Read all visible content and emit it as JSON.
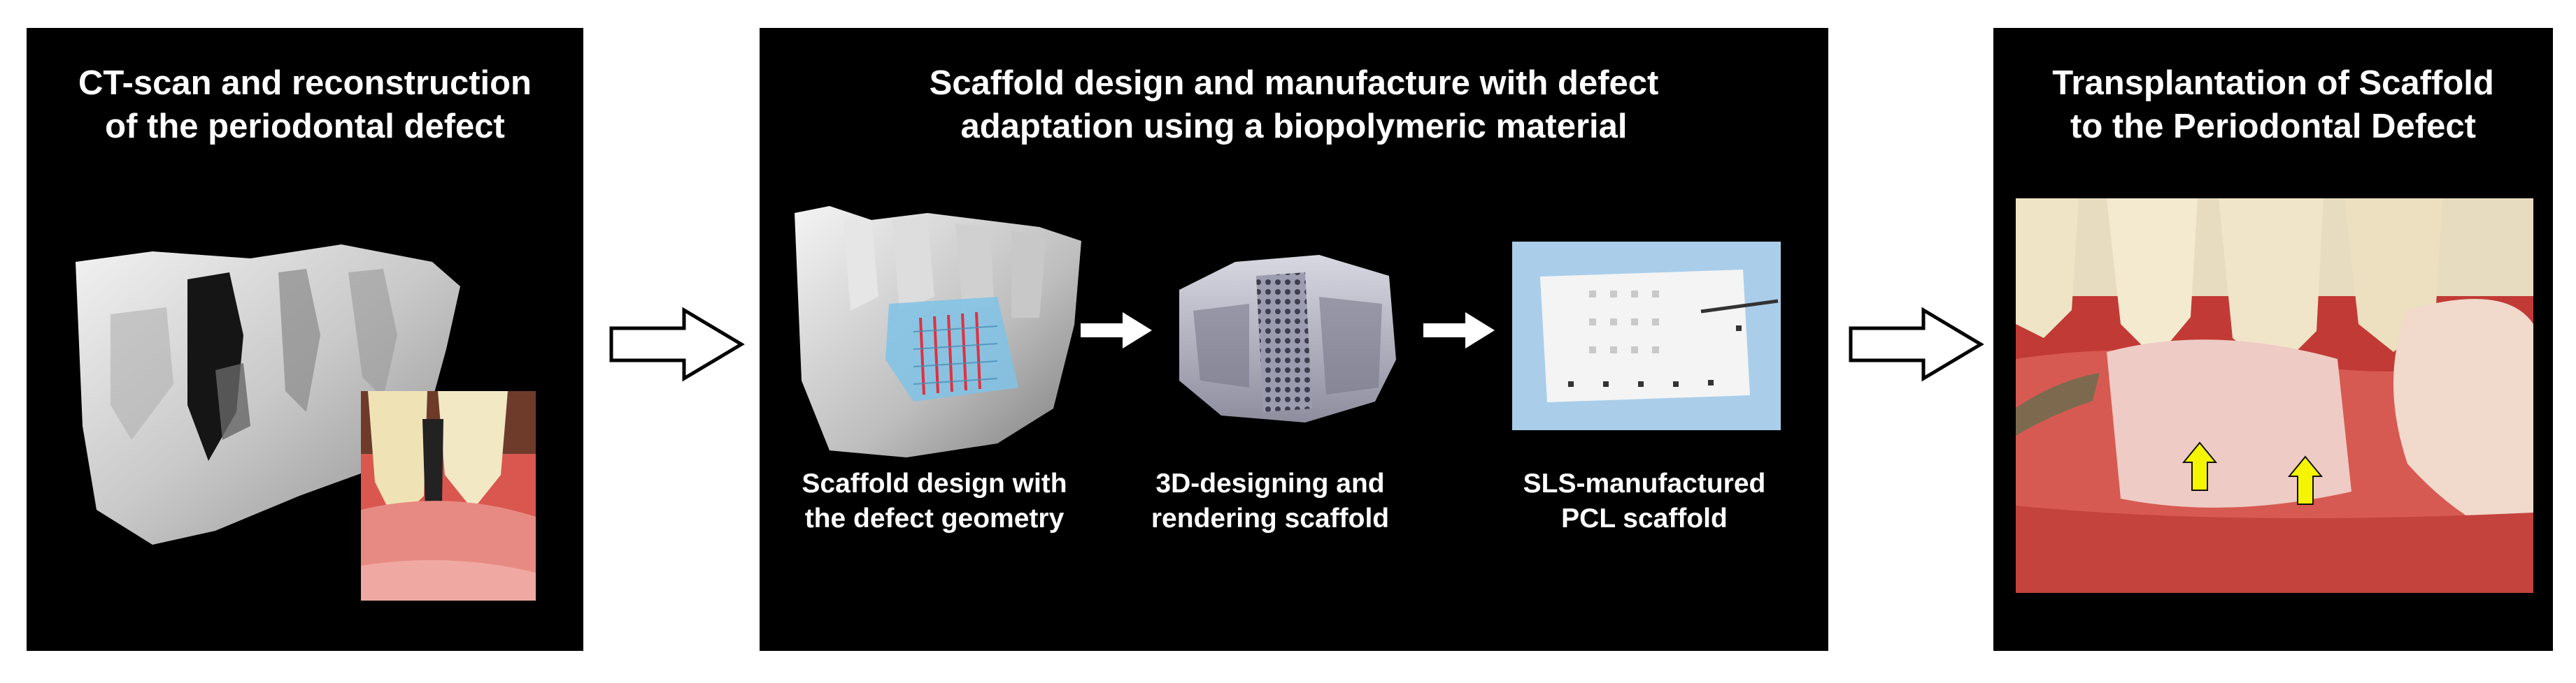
{
  "panel1": {
    "title": "CT-scan and reconstruction\nof the periodontal defect"
  },
  "panel2": {
    "title": "Scaffold design and manufacture with defect\nadaptation using a biopolymeric material",
    "captions": [
      "Scaffold design with\nthe defect geometry",
      "3D-designing and\nrendering scaffold",
      "SLS-manufactured\nPCL scaffold"
    ]
  },
  "panel3": {
    "title": "Transplantation of Scaffold\nto the Periodontal Defect"
  },
  "colors": {
    "panel_bg": "#000000",
    "page_bg": "#ffffff",
    "arrow_marker": "#f5f500"
  }
}
